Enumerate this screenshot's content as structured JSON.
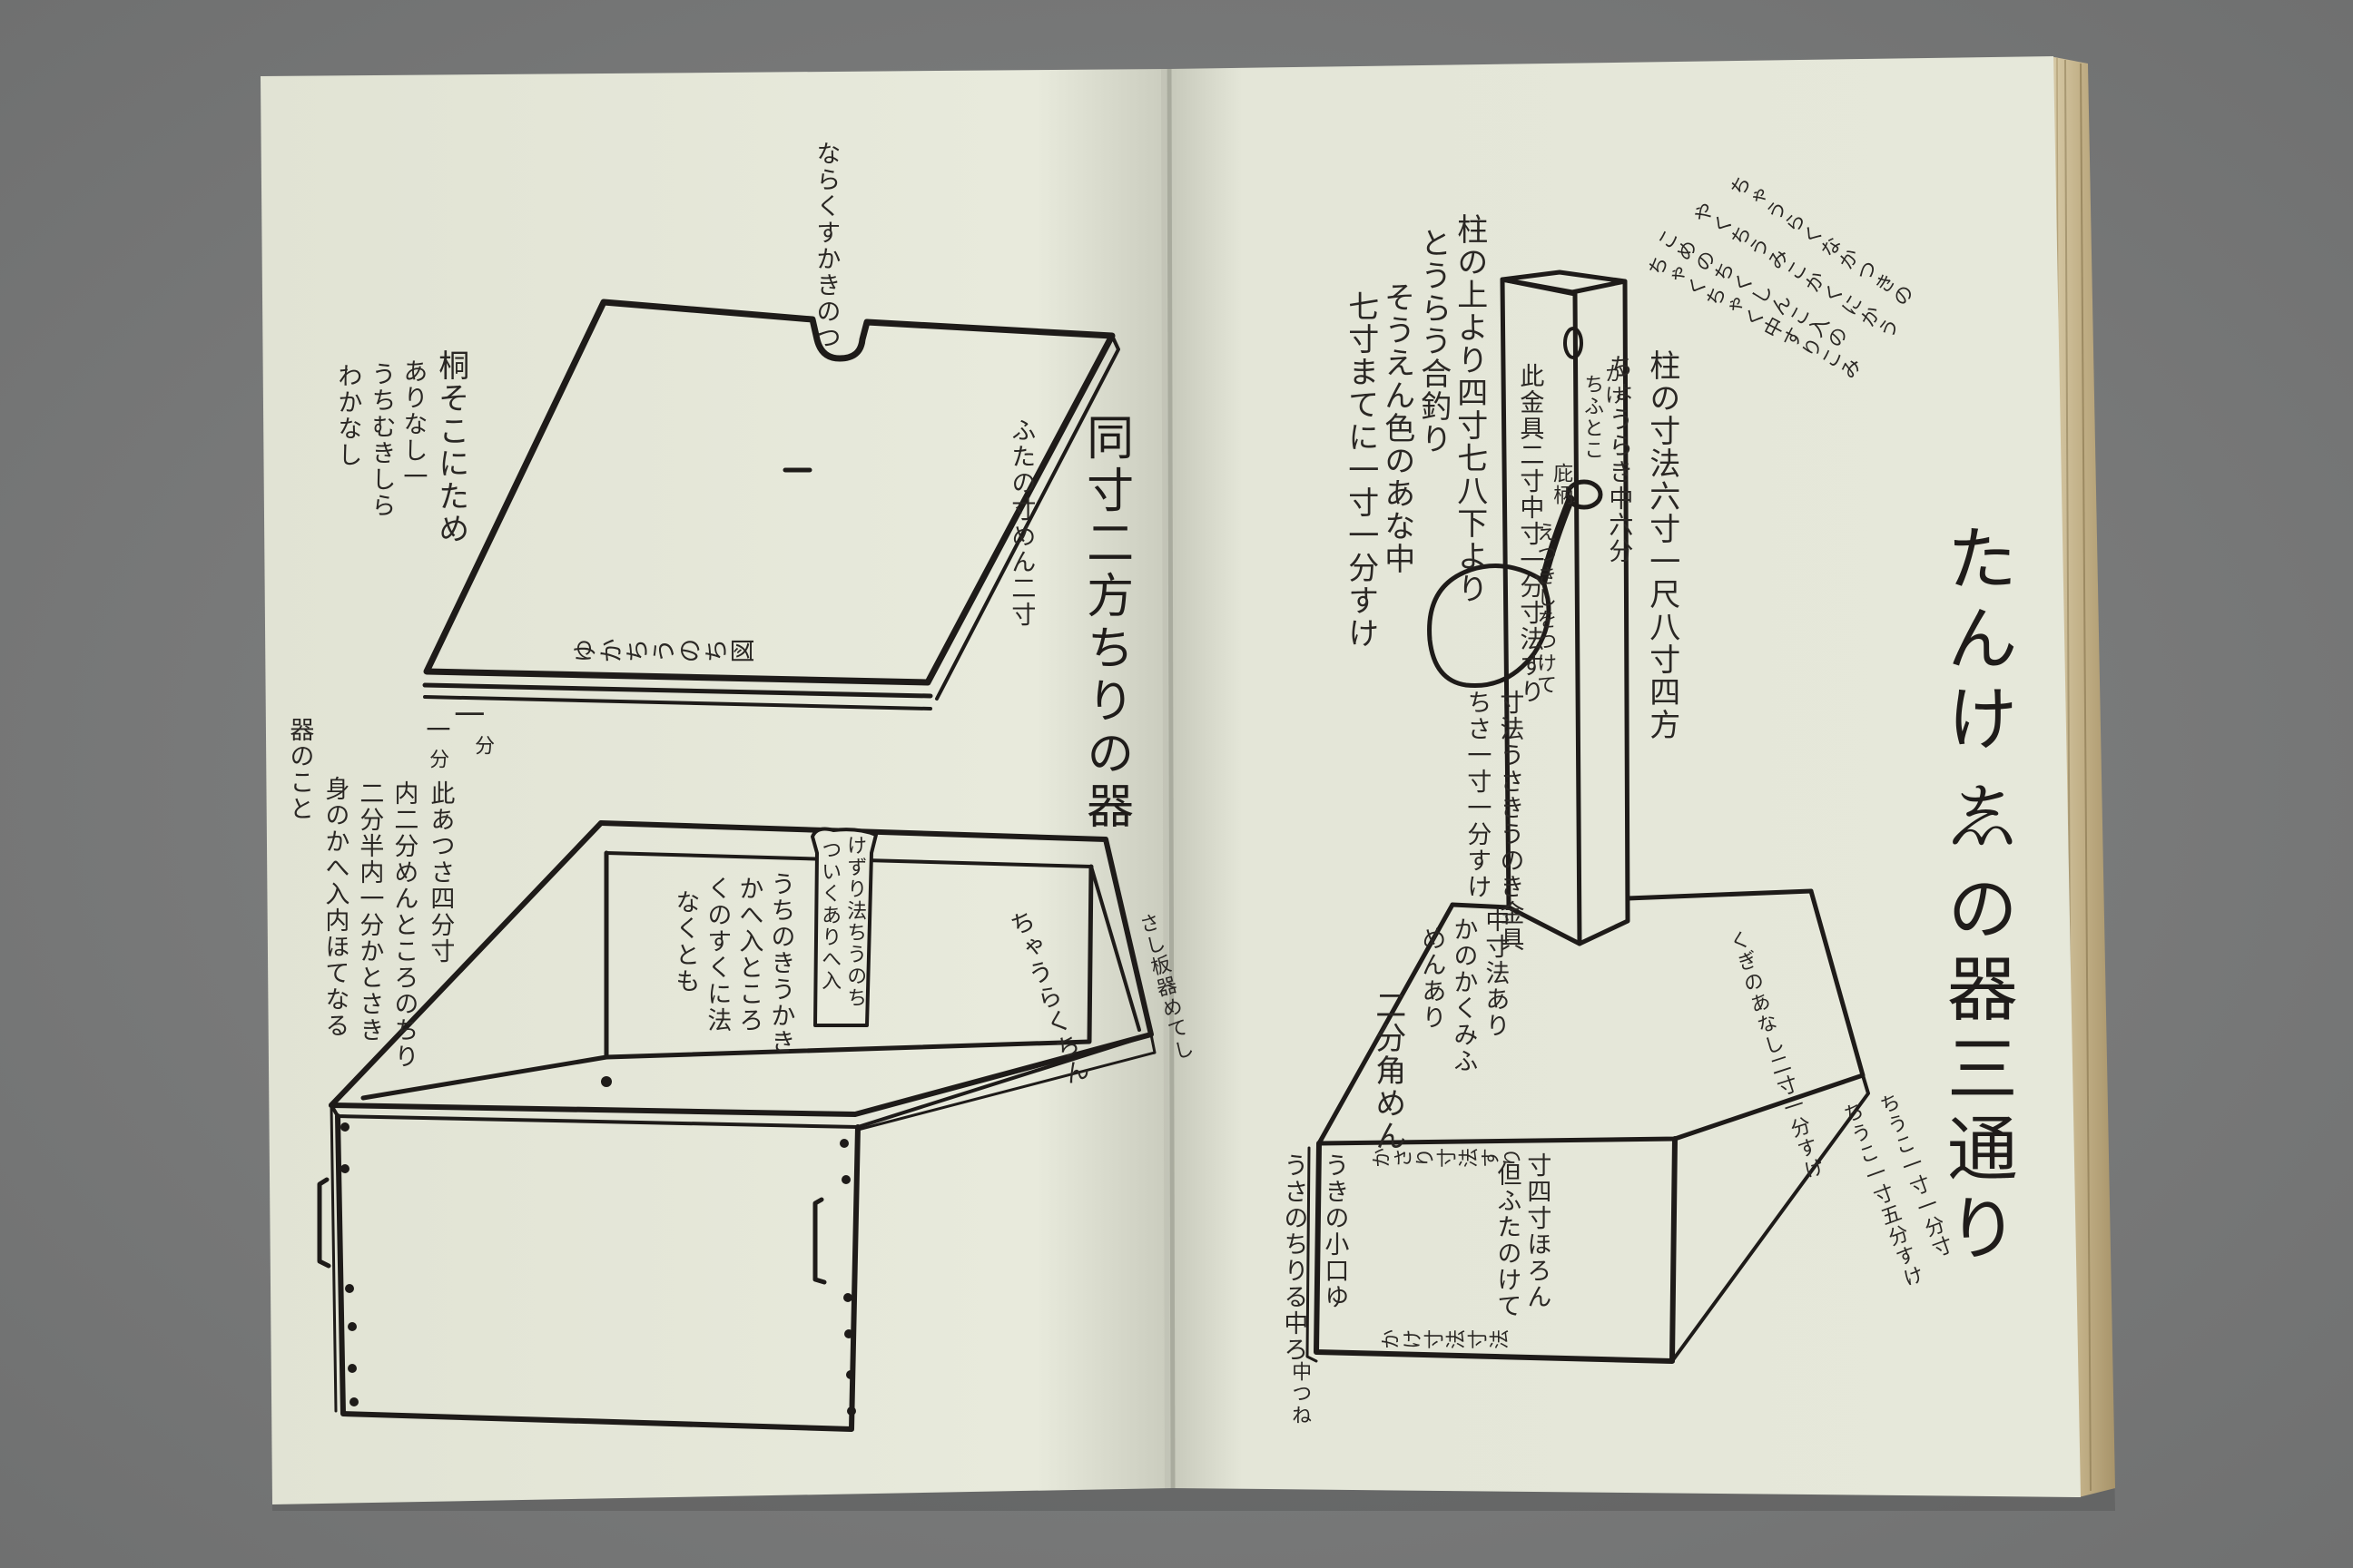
{
  "colors": {
    "background": "#7b7c7c",
    "paper": "#e7e9db",
    "ink": "#2a2724",
    "page_edges": "#c9b995"
  },
  "right_page": {
    "title": "たんけ𛁈の器三通り",
    "pillar_size": "柱の寸法六寸一尺八寸四方",
    "pillar_top": "柱の上より四寸七八下より",
    "pillar_hole": "とうらう合釣り",
    "pillar_dent": "そうえん色のあな中",
    "pillar_length": "七寸まてに一寸一分すけ",
    "slant_note": "ちゃくちゃく中すりこみ",
    "pillar_inner": "ちょうらき中六分",
    "pillar_line_a": "此金具二寸中寸一分寸法すり",
    "pillar_line_b": "えつきしをつけて",
    "hook_note": "かけ",
    "hook_note_b": "ちふとこ",
    "hanger": "庇柄",
    "bottom_note": "寸法うさきうのき金具",
    "bottom_note_b": "ちさ一寸一分すけ",
    "base_note_a": "中寸法あり",
    "base_note_b": "かのかくみふ",
    "base_note_c": "めんあり",
    "base_corner": "二分角めん",
    "base_side": "くぎのあなし二寸一分すけ",
    "base_front_a": "寸四寸ほろん",
    "base_front_b": "但ふたのけて",
    "base_front_c": "うさのちりる中ろ",
    "base_front_d": "うきの小口ゆ",
    "base_edge_label": "ちうこ一寸一分寸",
    "base_side_label": "ちうこ一寸五分すけ",
    "base_bottom_label": "かさり寸法すり",
    "base_bottom_label_b": "かけ寸法寸法",
    "bottom_corner": "中つね",
    "top_slant": "こめのちくしんこ入の",
    "top_slant_b": "やくちうみこかくにかう",
    "top_slant_c": "ちゃうらくなかつきの"
  },
  "left_page": {
    "heading": "同寸二方ちりの器",
    "lid_label": "ふたの寸めん二寸",
    "lid_top": "ならくすかきのつ",
    "lid_edge": "ゆかちうのち図",
    "lid_mark": "一",
    "note_a": "桐そこにため",
    "note_b": "ありなし一",
    "note_c": "うちむきしら",
    "note_d": "わかなし",
    "measure_a": "一",
    "measure_b": "分",
    "measure_c": "一",
    "measure_d": "分",
    "box_note_a": "此あつさ四分寸",
    "box_note_b": "内二分めんところのちり",
    "box_note_c": "二分半内一分かとさき",
    "box_note_d": "身のかへ入内ほてなる",
    "box_note_e": "器のこと",
    "inner_a": "うちのきうかき",
    "inner_b": "かへ入ところ",
    "inner_c": "くのすくに法",
    "inner_d": "なくとも",
    "tab_a": "けずり法ちうのち",
    "tab_b": "ついくありへ入",
    "side_a": "さし板器めてし",
    "side_b": "ちゃうらくちん"
  }
}
